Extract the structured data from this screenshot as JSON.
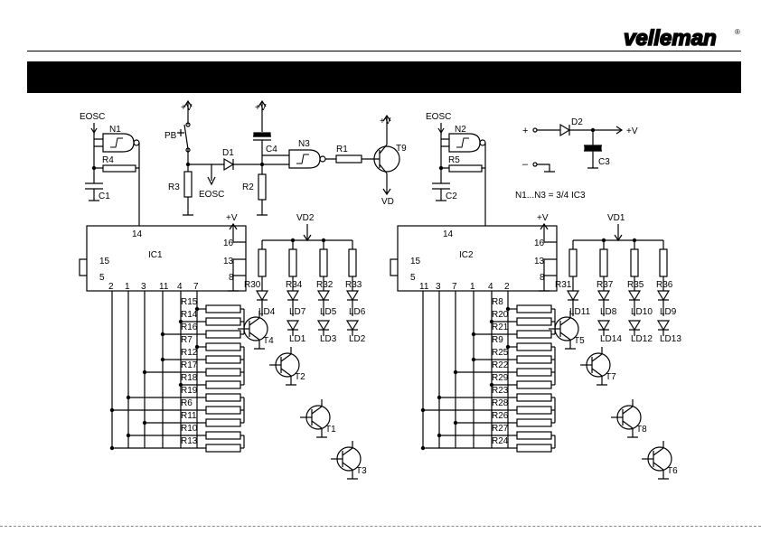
{
  "header": {
    "logo_text": "velleman",
    "logo_mark": "®"
  },
  "labels": {
    "eosc": "EOSC",
    "plusv": "+V",
    "vd": "VD",
    "vd1": "VD1",
    "vd2": "VD2",
    "pb": "PB",
    "n1": "N1",
    "n2": "N2",
    "n3": "N3",
    "ic1": "IC1",
    "ic2": "IC2",
    "r1": "R1",
    "r2": "R2",
    "r3": "R3",
    "r4": "R4",
    "r5": "R5",
    "c1": "C1",
    "c2": "C2",
    "c3": "C3",
    "c4": "C4",
    "d1": "D1",
    "d2": "D2",
    "t9": "T9",
    "plus": "+",
    "minus": "–",
    "note": "N1...N3  =  3/4  IC3"
  },
  "ic1": {
    "pins_top": "14",
    "pin16": "16",
    "pin13": "13",
    "pin8": "8",
    "pin15": "15",
    "pin5": "5",
    "pins_bottom": [
      "2",
      "1",
      "3",
      "11",
      "4",
      "7"
    ],
    "resistors": [
      "R15",
      "R14",
      "R16",
      "R7",
      "R12",
      "R17",
      "R18",
      "R19",
      "R6",
      "R11",
      "R10",
      "R13"
    ],
    "top_resistors": [
      "R30",
      "R34",
      "R32",
      "R33"
    ],
    "leds_top": [
      "LD4",
      "LD7",
      "LD5",
      "LD6"
    ],
    "leds_bottom": [
      "LD1",
      "LD3",
      "LD2"
    ],
    "transistors": [
      "T4",
      "T2",
      "T1",
      "T3"
    ]
  },
  "ic2": {
    "pins_top": "14",
    "pin16": "16",
    "pin13": "13",
    "pin8": "8",
    "pin15": "15",
    "pin5": "5",
    "pins_bottom": [
      "11",
      "3",
      "7",
      "1",
      "4",
      "2"
    ],
    "resistors": [
      "R8",
      "R20",
      "R21",
      "R9",
      "R25",
      "R22",
      "R29",
      "R23",
      "R28",
      "R26",
      "R27",
      "R24"
    ],
    "top_resistors": [
      "R31",
      "R37",
      "R35",
      "R36"
    ],
    "leds_top": [
      "LD11",
      "LD8",
      "LD10",
      "LD9"
    ],
    "leds_bottom": [
      "LD14",
      "LD12",
      "LD13"
    ],
    "transistors": [
      "T5",
      "T7",
      "T8",
      "T6"
    ]
  }
}
